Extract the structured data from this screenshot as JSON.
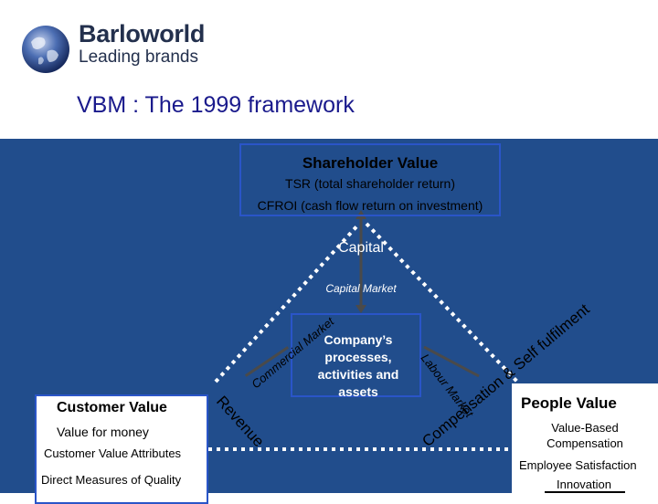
{
  "header": {
    "brand": "Barloworld",
    "tagline": "Leading brands",
    "title": "VBM : The 1999 framework"
  },
  "shareholder": {
    "title": "Shareholder Value",
    "line1": "TSR (total shareholder return)",
    "line2": "CFROI (cash flow return on investment)"
  },
  "center": {
    "capital": "Capital",
    "capital_market": "Capital Market",
    "company": "Company’s processes, activities and assets"
  },
  "edges": {
    "commercial_market": "Commercial Market",
    "revenue": "Revenue",
    "labour_market": "Labour Market",
    "compensation": "Compensation & Self fulfilment"
  },
  "customer": {
    "title": "Customer Value",
    "line1": "Value for money",
    "line2": "Customer Value Attributes",
    "line3": "Direct Measures of Quality"
  },
  "people": {
    "title": "People Value",
    "line1": "Value-Based Compensation",
    "line2": "Employee Satisfaction",
    "line3": "Innovation"
  },
  "colors": {
    "panel": "#214d8c",
    "title": "#1a1a8c",
    "brand": "#23304d",
    "box_border": "#2a55c8"
  }
}
